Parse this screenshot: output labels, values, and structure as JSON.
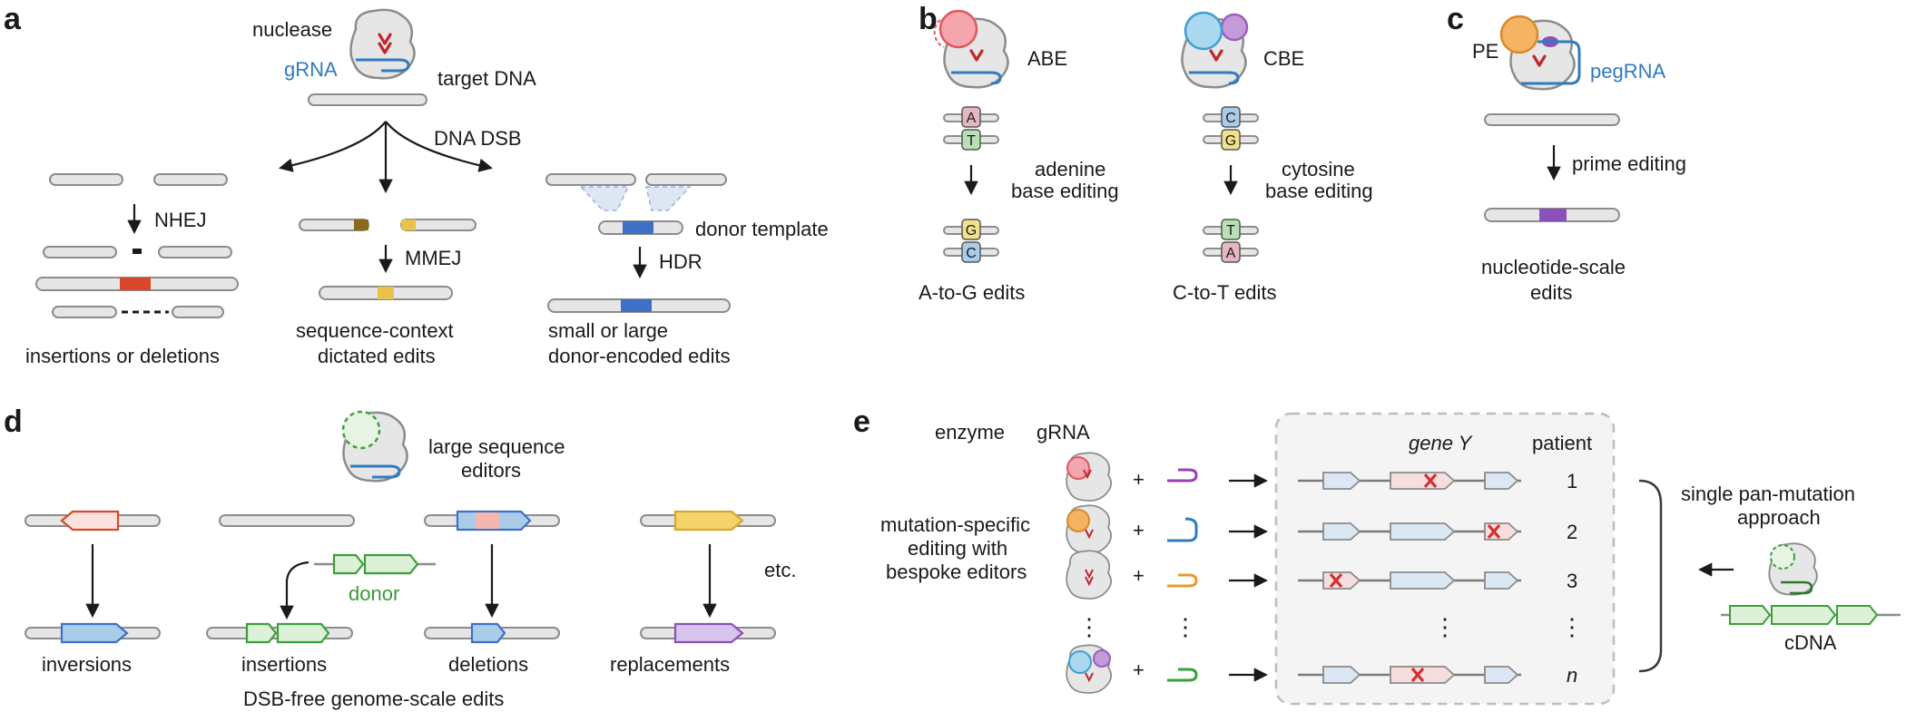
{
  "panels": {
    "a": "a",
    "b": "b",
    "c": "c",
    "d": "d",
    "e": "e"
  },
  "a": {
    "nuclease": "nuclease",
    "grna": "gRNA",
    "target_dna": "target DNA",
    "dsb": "DNA DSB",
    "nhej": "NHEJ",
    "mmej": "MMEJ",
    "hdr": "HDR",
    "donor_template": "donor template",
    "out1": "insertions or deletions",
    "out2_l1": "sequence-context",
    "out2_l2": "dictated edits",
    "out3_l1": "small or large",
    "out3_l2": "donor-encoded edits"
  },
  "b": {
    "abe": "ABE",
    "cbe": "CBE",
    "ade_l1": "adenine",
    "ade_l2": "base editing",
    "cyt_l1": "cytosine",
    "cyt_l2": "base editing",
    "abe_before": [
      "A",
      "T"
    ],
    "abe_after": [
      "G",
      "C"
    ],
    "cbe_before": [
      "C",
      "G"
    ],
    "cbe_after": [
      "T",
      "A"
    ],
    "out_abe": "A-to-G edits",
    "out_cbe": "C-to-T edits"
  },
  "c": {
    "pe": "PE",
    "pegrna": "pegRNA",
    "prime": "prime editing",
    "out_l1": "nucleotide-scale",
    "out_l2": "edits"
  },
  "d": {
    "lse_l1": "large sequence",
    "lse_l2": "editors",
    "donor": "donor",
    "etc": "etc.",
    "inversions": "inversions",
    "insertions": "insertions",
    "deletions": "deletions",
    "replacements": "replacements",
    "caption": "DSB-free genome-scale edits"
  },
  "e": {
    "enzyme": "enzyme",
    "grna": "gRNA",
    "gene": "gene Y",
    "patient": "patient",
    "left_l1": "mutation-specific",
    "left_l2": "editing with",
    "left_l3": "bespoke editors",
    "rows": [
      "1",
      "2",
      "3",
      "n"
    ],
    "plus": "+",
    "dots": "⋮",
    "right_l1": "single pan-mutation",
    "right_l2": "approach",
    "cdna": "cDNA"
  },
  "colors": {
    "enzyme_gray": "#e6e6e6",
    "grna_blue": "#2f7bbf",
    "nhej_red": "#d9472b",
    "mmej_yellow": "#e8c24a",
    "hdr_blue": "#3f6fc6",
    "prime_purple": "#8a52b8",
    "mutation_red": "#d32f2f"
  }
}
